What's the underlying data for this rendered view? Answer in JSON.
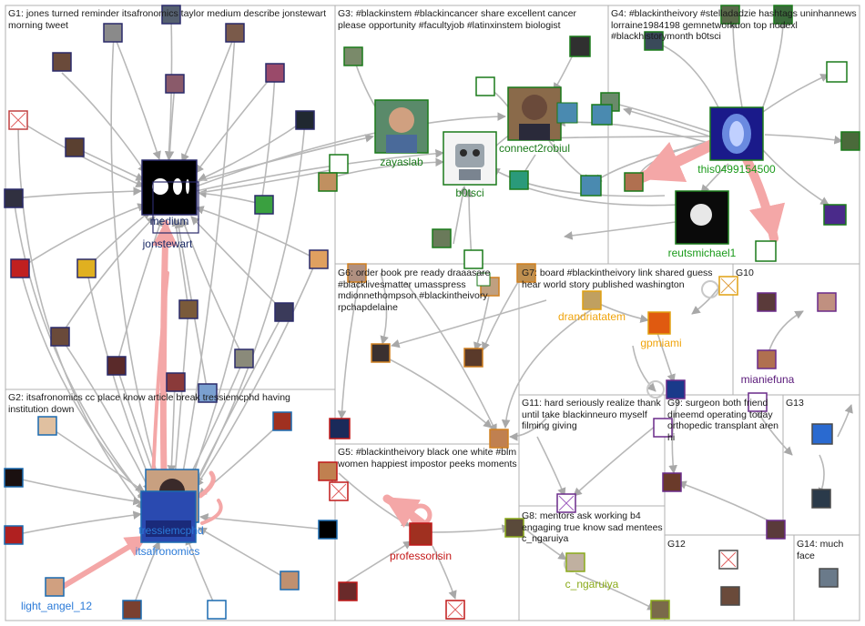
{
  "groups": [
    {
      "id": "G1",
      "label": "G1: jones turned reminder itsafronomics taylor medium describe jonstewart morning tweet"
    },
    {
      "id": "G2",
      "label": "G2: itsafronomics cc place know article break tressiemcphd having institution down"
    },
    {
      "id": "G3",
      "label": "G3: #blackinstem #blackincancer share excellent cancer please opportunity #facultyjob #latinxinstem biologist"
    },
    {
      "id": "G4",
      "label": "G4: #blackintheivory #stelladadzie hashtags uninhannews lorraine1984198 gemnetworkuon top nodexl #blackhistorymonth b0tsci"
    },
    {
      "id": "G5",
      "label": "G5: #blackintheivory black one white #blm women happiest impostor peeks moments"
    },
    {
      "id": "G6",
      "label": "G6: order book pre ready draaasare #blacklivesmatter umasspress mdionnethompson #blackintheivory rpchapdelaine"
    },
    {
      "id": "G7",
      "label": "G7: board #blackintheivory link shared guess hear world story published washington"
    },
    {
      "id": "G8",
      "label": "G8: mentors ask working b4 engaging true know sad mentees c_ngaruiya"
    },
    {
      "id": "G9",
      "label": "G9: surgeon both friend dineemd operating today orthopedic transplant aren hi"
    },
    {
      "id": "G10",
      "label": "G10"
    },
    {
      "id": "G11",
      "label": "G11: hard seriously realize thank until take blackinneuro myself filming giving"
    },
    {
      "id": "G12",
      "label": "G12"
    },
    {
      "id": "G13",
      "label": "G13"
    },
    {
      "id": "G14",
      "label": "G14: much face"
    }
  ],
  "nodes": {
    "medium": "medium",
    "jonstewart": "jonstewart",
    "tressiemcphd": "tressiemcphd",
    "itsafronomics": "itsafronomics",
    "light_angel_12": "light_angel_12",
    "zayaslab": "zayaslab",
    "b0tsci": "b0tsci",
    "connect2robiul": "connect2robiul",
    "this0499154500": "this0499154500",
    "reutsmichael1": "reutsmichael1",
    "professorisin": "professorisin",
    "drandriatatem": "drandriatatem",
    "gpmiami": "gpmiami",
    "c_ngaruiya": "c_ngaruiya",
    "mianiefuna": "mianiefuna"
  },
  "colors": {
    "edge": "#b8b8b8",
    "edge_strong": "#f4a7a7",
    "grid_line": "#b0b0b0",
    "label_blue": "#1f3a93",
    "label_navy": "#1a2a66",
    "label_green": "#1a9a1a",
    "label_red": "#c41818",
    "label_orange": "#f0a40c",
    "label_purple": "#5a1a7a",
    "label_lightblue": "#2a7ad8",
    "label_olive": "#8aaa1a"
  }
}
